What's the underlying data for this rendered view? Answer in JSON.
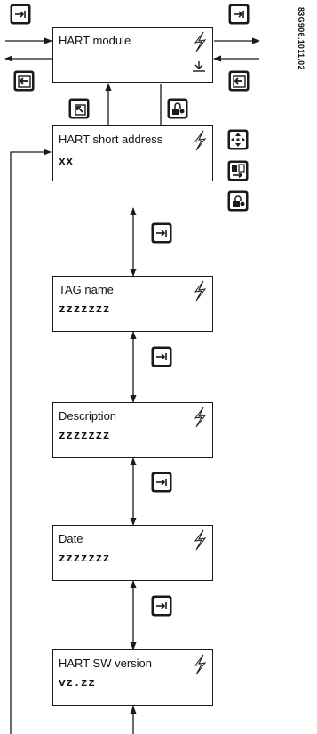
{
  "document_id": "83G906.1011.02",
  "menu_items": [
    {
      "title": "HART module",
      "value": ""
    },
    {
      "title": "HART short address",
      "value": "xx"
    },
    {
      "title": "TAG name",
      "value": "zzzzzzz"
    },
    {
      "title": "Description",
      "value": "zzzzzzz"
    },
    {
      "title": "Date",
      "value": "zzzzzzz"
    },
    {
      "title": "HART SW version",
      "value": "vz.zz"
    }
  ],
  "key_icons": [
    "enter-key-icon",
    "enter-key-icon",
    "back-key-icon",
    "back-key-icon",
    "escape-key-icon",
    "lock-key-icon",
    "arrow-keys-icon",
    "toggle-key-icon",
    "lock-key-icon",
    "enter-key-icon",
    "enter-key-icon",
    "enter-key-icon",
    "enter-key-icon"
  ],
  "symbol_icons": [
    "lightning-icon",
    "ground-icon"
  ],
  "colors": {
    "line": "#1a1a1a",
    "key_fill": "#1a1a1a",
    "key_face": "#ffffff"
  }
}
